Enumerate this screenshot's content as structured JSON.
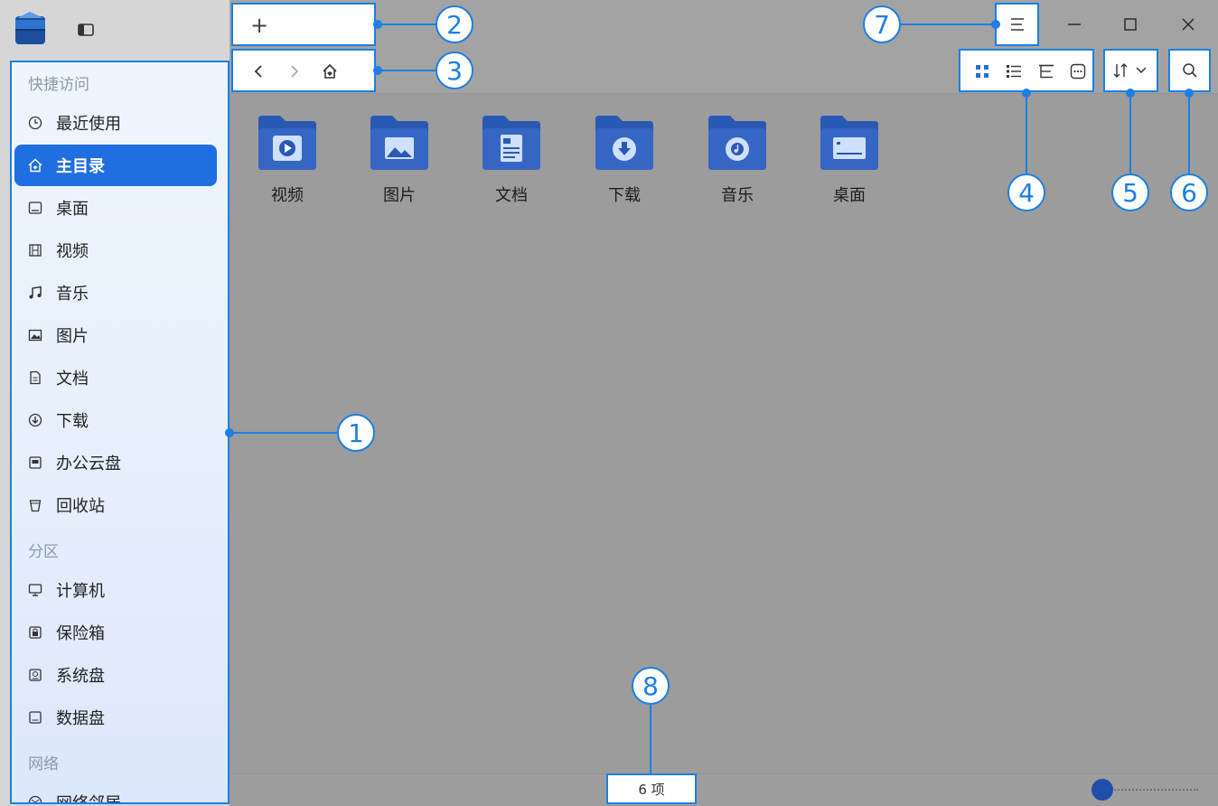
{
  "sidebar": {
    "sections": [
      {
        "label": "快捷访问"
      },
      {
        "label": "分区"
      },
      {
        "label": "网络"
      }
    ],
    "items": [
      {
        "label": "最近使用",
        "icon": "clock-icon"
      },
      {
        "label": "主目录",
        "icon": "home-icon",
        "active": true
      },
      {
        "label": "桌面",
        "icon": "desktop-icon"
      },
      {
        "label": "视频",
        "icon": "film-icon"
      },
      {
        "label": "音乐",
        "icon": "music-note-icon"
      },
      {
        "label": "图片",
        "icon": "image-icon"
      },
      {
        "label": "文档",
        "icon": "document-icon"
      },
      {
        "label": "下载",
        "icon": "download-icon"
      },
      {
        "label": "办公云盘",
        "icon": "cloud-drive-icon"
      },
      {
        "label": "回收站",
        "icon": "trash-icon"
      },
      {
        "label": "计算机",
        "icon": "computer-icon"
      },
      {
        "label": "保险箱",
        "icon": "vault-icon"
      },
      {
        "label": "系统盘",
        "icon": "system-disk-icon"
      },
      {
        "label": "数据盘",
        "icon": "data-disk-icon"
      },
      {
        "label": "网络邻居",
        "icon": "network-icon"
      }
    ]
  },
  "tabbar": {
    "new_tab_label": "+"
  },
  "files": [
    {
      "name": "视频",
      "icon": "video-folder-icon"
    },
    {
      "name": "图片",
      "icon": "picture-folder-icon"
    },
    {
      "name": "文档",
      "icon": "document-folder-icon"
    },
    {
      "name": "下载",
      "icon": "download-folder-icon"
    },
    {
      "name": "音乐",
      "icon": "music-folder-icon"
    },
    {
      "name": "桌面",
      "icon": "desktop-folder-icon"
    }
  ],
  "status": {
    "item_count": "6 项"
  },
  "callouts": [
    "1",
    "2",
    "3",
    "4",
    "5",
    "6",
    "7",
    "8"
  ],
  "colors": {
    "accent": "#1d7fe3",
    "active_item": "#1f6fe0",
    "folder": "#2b5bb5"
  }
}
